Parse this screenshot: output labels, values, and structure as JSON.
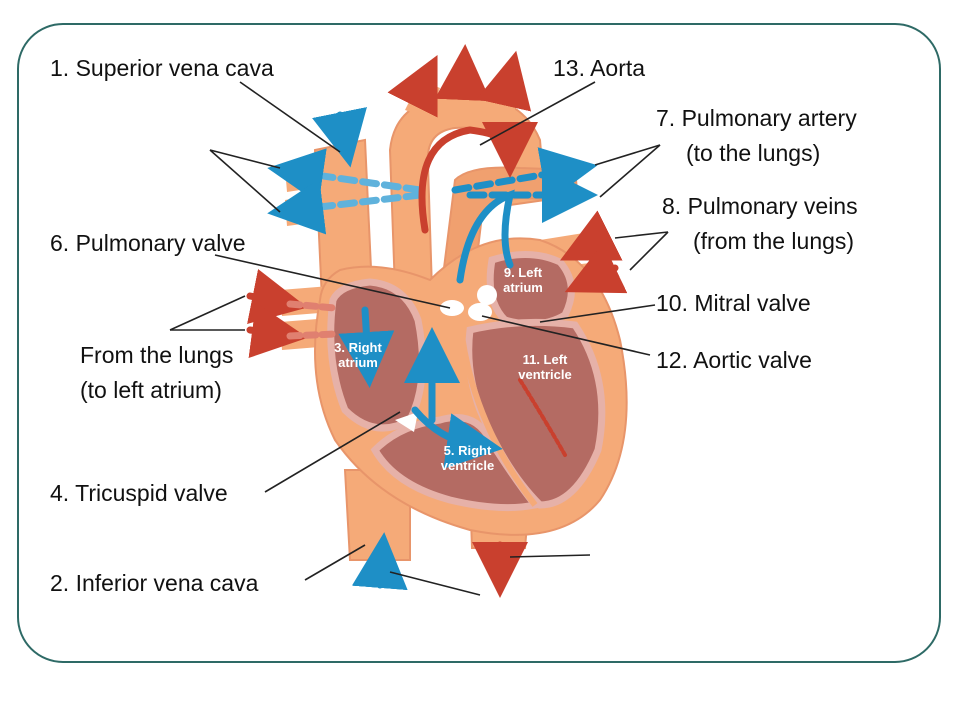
{
  "colors": {
    "frame": "#2e6a66",
    "heart_outer": "#f5aa78",
    "heart_dark": "#e8956a",
    "chamber_fill": "#b46b63",
    "chamber_wall": "#e6b1a8",
    "blood_blue": "#1e8fc6",
    "blood_red": "#c9402e",
    "valve": "#ffffff"
  },
  "labels": {
    "superior_vena_cava": "1. Superior vena cava",
    "aorta": "13. Aorta",
    "pulmonary_artery_1": "7. Pulmonary artery",
    "pulmonary_artery_2": "(to the lungs)",
    "pulmonary_veins_1": "8. Pulmonary veins",
    "pulmonary_veins_2": "(from the lungs)",
    "pulmonary_valve": "6. Pulmonary valve",
    "mitral_valve": "10. Mitral valve",
    "aortic_valve": "12. Aortic valve",
    "from_lungs_1": "From the lungs",
    "from_lungs_2": "(to left atrium)",
    "tricuspid_valve": "4. Tricuspid valve",
    "inferior_vena_cava": "2. Inferior vena cava"
  },
  "chambers": {
    "right_atrium": "3. Right atrium",
    "left_atrium": "9. Left atrium",
    "left_ventricle": "11. Left ventricle",
    "right_ventricle": "5. Right ventricle"
  }
}
